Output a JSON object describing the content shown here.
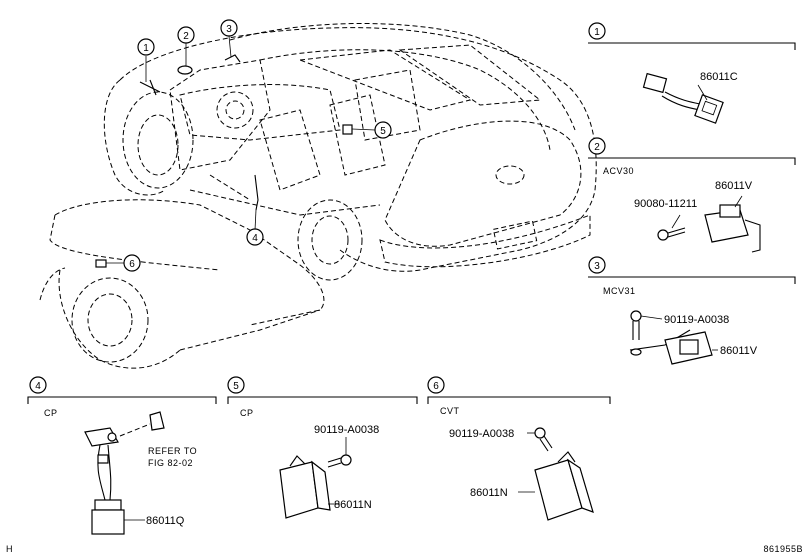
{
  "callouts": [
    "1",
    "2",
    "3",
    "4",
    "5",
    "6"
  ],
  "sections": {
    "s1": {
      "number": "1",
      "variant": "",
      "parts": [
        "86011C"
      ]
    },
    "s2": {
      "number": "2",
      "variant": "ACV30",
      "parts": [
        "90080-11211",
        "86011V"
      ]
    },
    "s3": {
      "number": "3",
      "variant": "MCV31",
      "parts": [
        "90119-A0038",
        "86011V"
      ]
    },
    "s4": {
      "number": "4",
      "variant": "CP",
      "parts": [
        "86011Q"
      ],
      "refer_line1": "REFER TO",
      "refer_line2": "FIG 82-02"
    },
    "s5": {
      "number": "5",
      "variant": "CP",
      "parts": [
        "90119-A0038",
        "86011N"
      ]
    },
    "s6": {
      "number": "6",
      "variant": "CVT",
      "parts": [
        "90119-A0038",
        "86011N"
      ]
    }
  },
  "footer": {
    "left_mark": "H",
    "figure_code": "861955B"
  }
}
